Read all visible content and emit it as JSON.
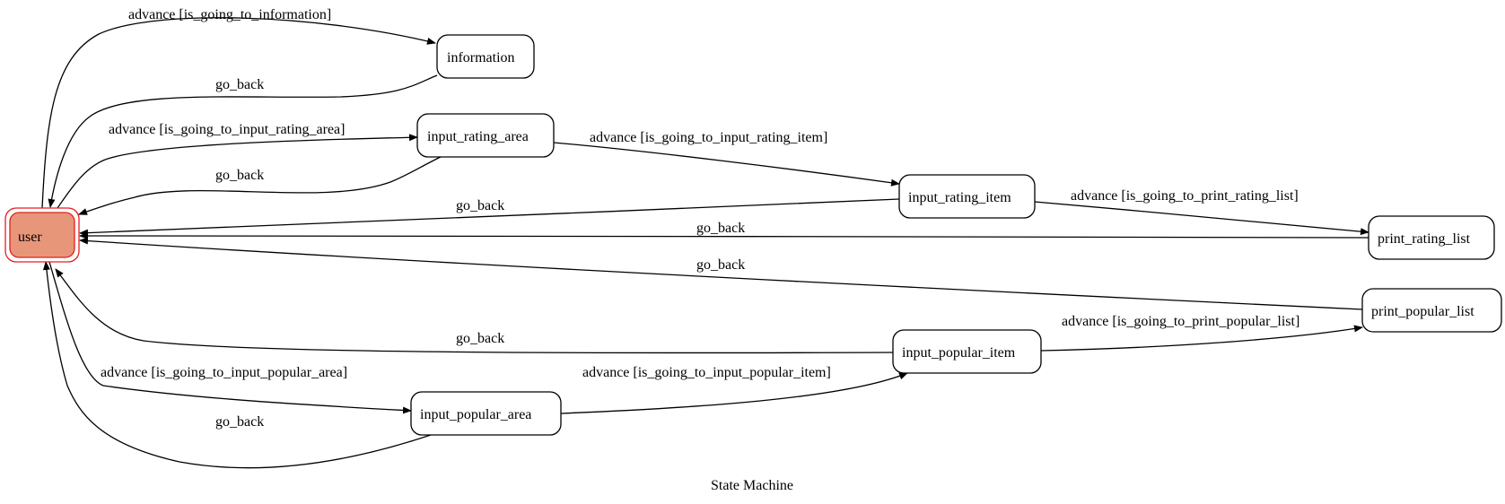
{
  "diagram": {
    "caption": "State Machine",
    "initial_fill": "#e8967a",
    "initial_stroke": "#e02020",
    "nodes": {
      "user": "user",
      "information": "information",
      "input_rating_area": "input_rating_area",
      "input_rating_item": "input_rating_item",
      "print_rating_list": "print_rating_list",
      "print_popular_list": "print_popular_list",
      "input_popular_item": "input_popular_item",
      "input_popular_area": "input_popular_area"
    },
    "edges": {
      "user_to_information": "advance [is_going_to_information]",
      "information_back": "go_back",
      "user_to_input_rating_area": "advance [is_going_to_input_rating_area]",
      "input_rating_area_back": "go_back",
      "input_rating_area_to_item": "advance [is_going_to_input_rating_item]",
      "input_rating_item_back": "go_back",
      "input_rating_item_to_print": "advance [is_going_to_print_rating_list]",
      "print_rating_list_back": "go_back",
      "print_popular_list_back": "go_back",
      "input_popular_item_back": "go_back",
      "input_popular_item_to_print": "advance [is_going_to_print_popular_list]",
      "user_to_input_popular_area": "advance [is_going_to_input_popular_area]",
      "input_popular_area_to_item": "advance [is_going_to_input_popular_item]",
      "input_popular_area_back": "go_back"
    }
  }
}
